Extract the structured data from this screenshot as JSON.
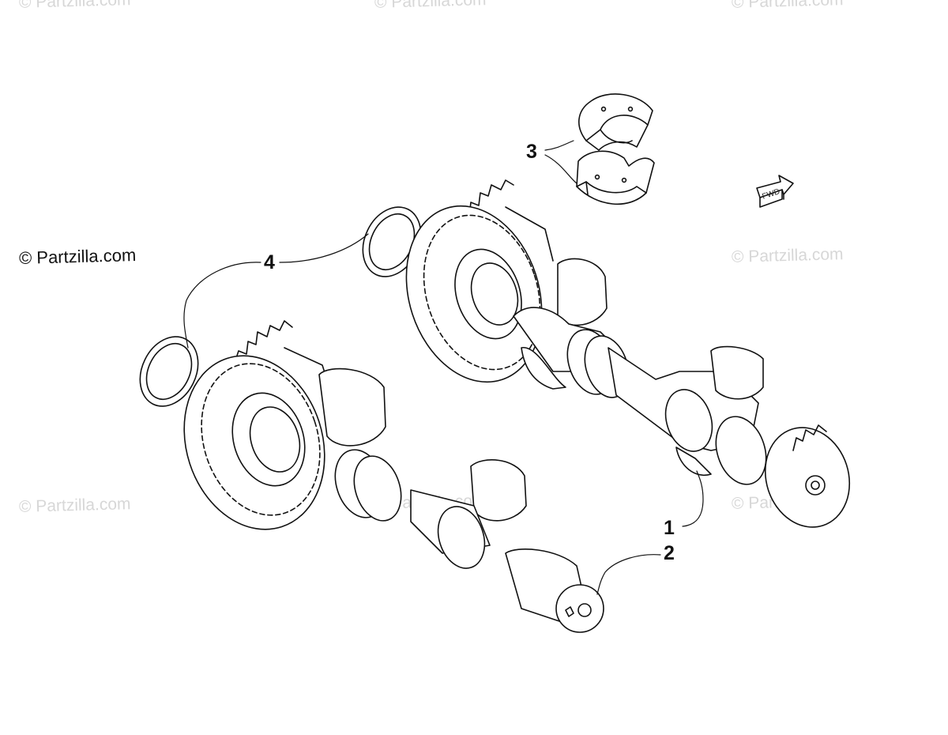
{
  "credit": "© Partzilla.com",
  "watermark": "© Partzilla.com",
  "fwd_label": "FWD",
  "callouts": [
    "1",
    "2",
    "3",
    "4"
  ],
  "icons": [
    "fwd-arrow-icon"
  ],
  "colors": {
    "line": "#111111",
    "watermark": "#d7d7d7",
    "background": "#ffffff"
  }
}
